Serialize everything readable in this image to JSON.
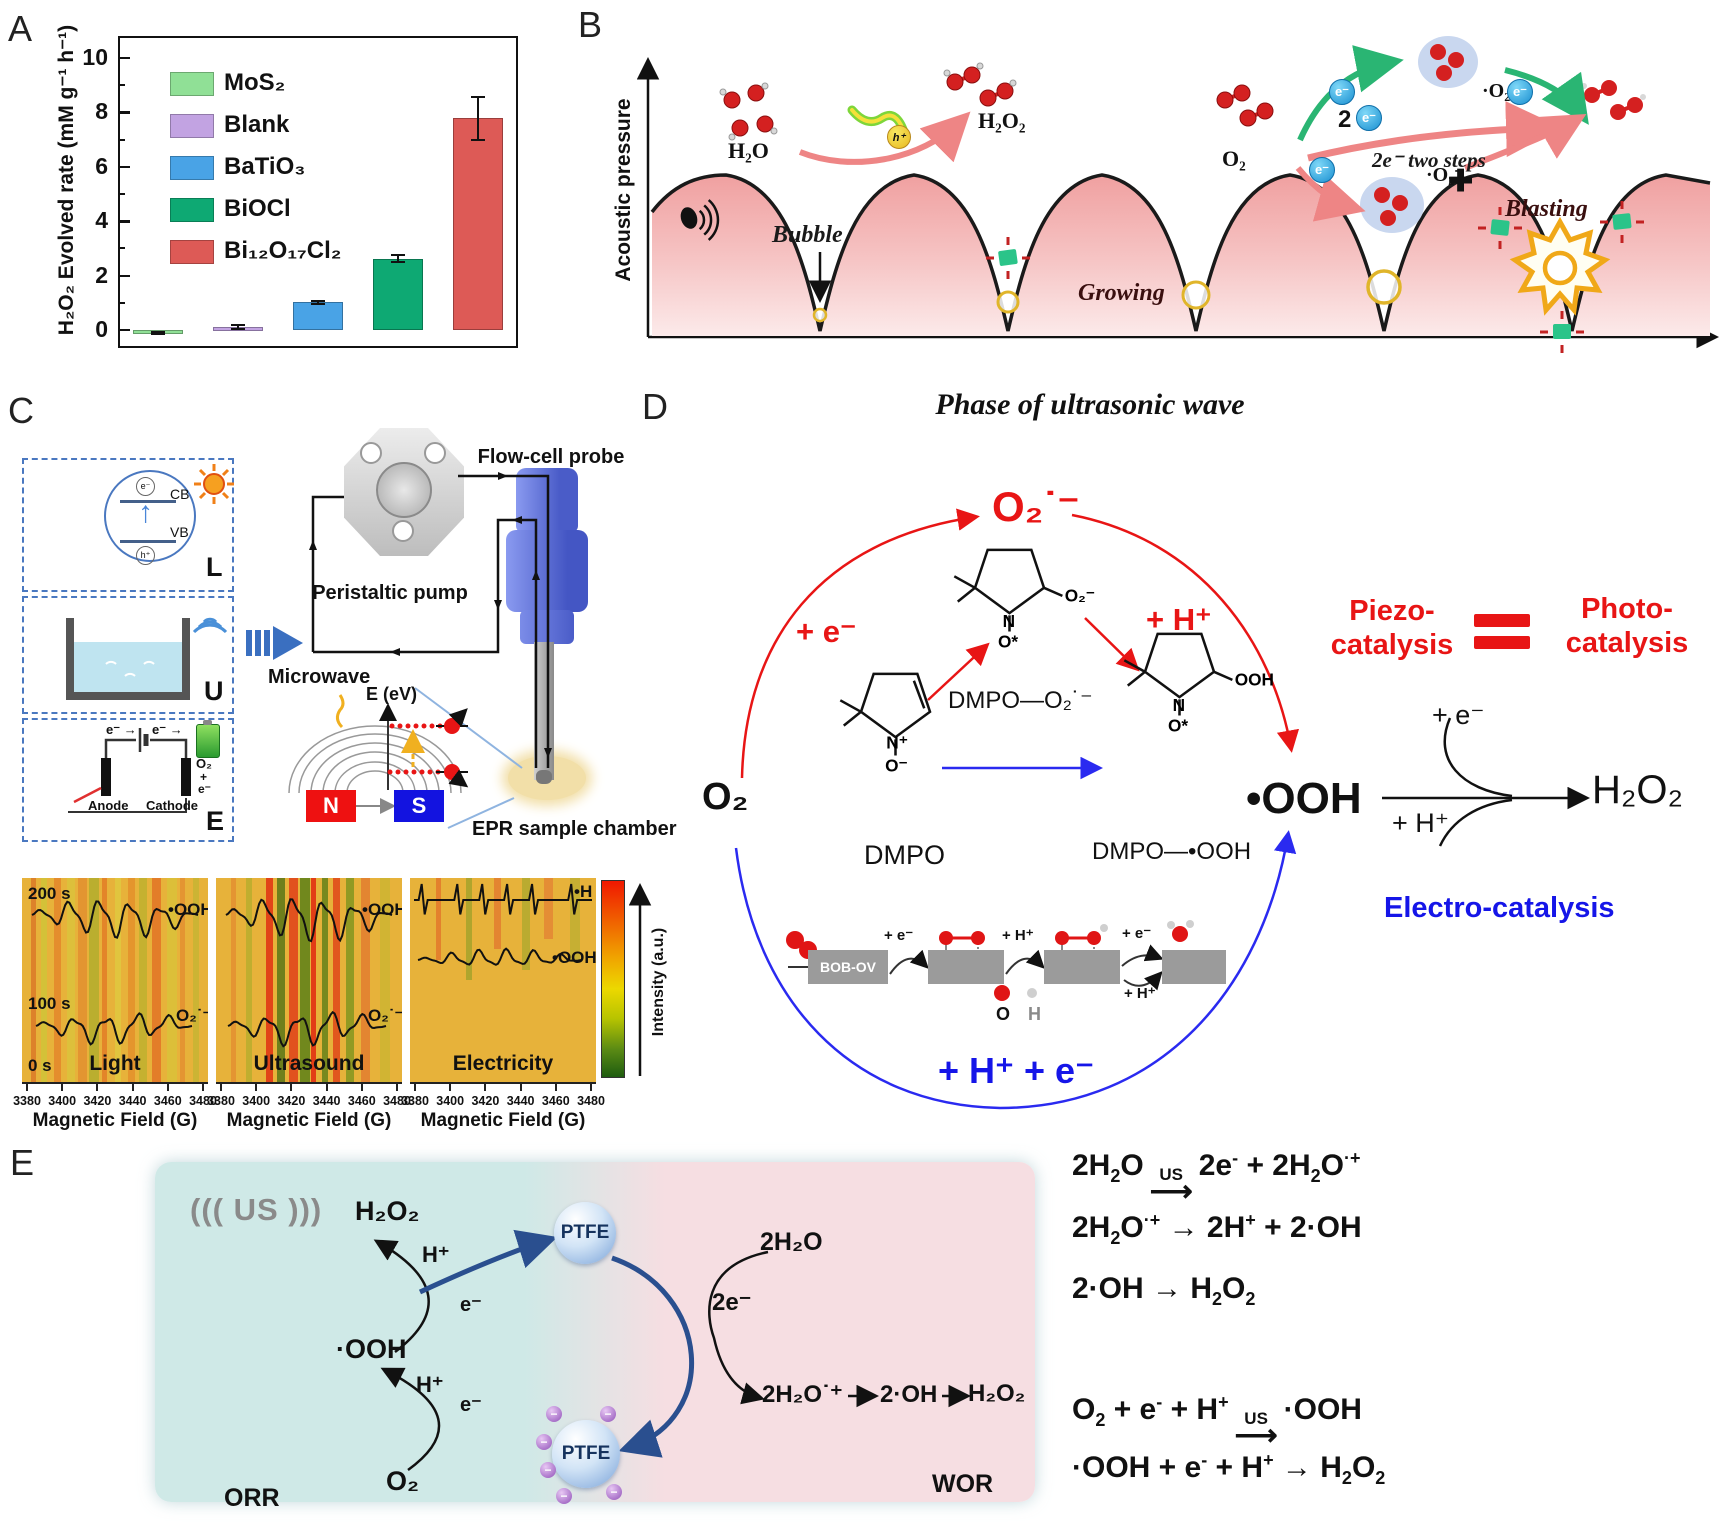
{
  "colors": {
    "red_accent": "#e81515",
    "blue_accent": "#1515e8",
    "green_arrow": "#2ab573",
    "pink_arrow": "#ee8585",
    "amber_map": "#e7b23a",
    "teal_bg": "#cfe9e7",
    "pink_bg": "#f6dee2",
    "magnet_n": "#ee1111",
    "magnet_s": "#1313e0"
  },
  "chart_data": {
    "type": "bar",
    "categories": [
      "MoS₂",
      "Blank",
      "BaTiO₃",
      "BiOCl",
      "Bi₁₂O₁₇Cl₂"
    ],
    "values": [
      -0.12,
      0.12,
      1.02,
      2.62,
      7.78
    ],
    "errors": [
      0.04,
      0.08,
      0.06,
      0.12,
      0.8
    ],
    "colors": [
      "#90e096",
      "#c2a3e2",
      "#49a3e6",
      "#0ea973",
      "#dd5a56"
    ],
    "title": "",
    "xlabel": "",
    "ylabel": "H₂O₂ Evolved rate (mM g⁻¹ h⁻¹)",
    "ylim": [
      -0.65,
      10.75
    ],
    "yticks": [
      0,
      2,
      4,
      6,
      8,
      10
    ],
    "grid": false,
    "legend_position": "upper-left"
  },
  "panelA": {
    "label": "A",
    "ylabel": "H₂O₂ Evolved rate (mM g⁻¹ h⁻¹)",
    "yticks": [
      0,
      2,
      4,
      6,
      8,
      10
    ],
    "legend": [
      {
        "label": "MoS₂",
        "color": "#90e096"
      },
      {
        "label": "Blank",
        "color": "#c2a3e2"
      },
      {
        "label": "BaTiO₃",
        "color": "#49a3e6"
      },
      {
        "label": "BiOCl",
        "color": "#0ea973"
      },
      {
        "label": "Bi₁₂O₁₇Cl₂",
        "color": "#dd5a56"
      }
    ],
    "values": [
      -0.12,
      0.12,
      1.02,
      2.62,
      7.78
    ],
    "errors": [
      0.04,
      0.08,
      0.06,
      0.12,
      0.8
    ]
  },
  "panelB": {
    "label": "B",
    "ylabel": "Acoustic  pressure",
    "xlabel": "Phase  of  ultrasonic  wave",
    "bubble": "Bubble",
    "growing": "Growing",
    "blasting": "Blasting",
    "h2o": "H₂O",
    "h2o2": "H₂O₂",
    "o2": "O₂",
    "o2_rad": "·O₂⁻",
    "e_minus": "e⁻",
    "h_plus": "h⁺",
    "two": "2",
    "two_steps": "2e⁻ two steps",
    "plus_mark": "✚"
  },
  "panelC": {
    "label": "C",
    "sub_l": "L",
    "sub_u": "U",
    "sub_e": "E",
    "cb": "CB",
    "vb": "VB",
    "e_small": "e⁻",
    "h_small": "h⁺",
    "e_flow": "e⁻ →",
    "o2": "O₂",
    "plus": "+",
    "e_minus": "e⁻",
    "anode": "Anode",
    "cathode": "Cathode",
    "flow_cell": "Flow-cell probe",
    "pump": "Peristaltic pump",
    "microwave": "Microwave",
    "e_ev": "E (eV)",
    "n": "N",
    "s": "S",
    "epr": "EPR sample chamber",
    "times": [
      "200 s",
      "100 s",
      "0 s"
    ],
    "maps": [
      {
        "title": "Light",
        "trace_labels": [
          "•OOH",
          "O₂˙⁻"
        ]
      },
      {
        "title": "Ultrasound",
        "trace_labels": [
          "•OOH",
          "O₂˙⁻"
        ]
      },
      {
        "title": "Electricity",
        "trace_labels": [
          "•H",
          "•OOH"
        ]
      }
    ],
    "xticks": [
      3380,
      3400,
      3420,
      3440,
      3460,
      3480
    ],
    "xlabel": "Magnetic Field (G)",
    "cbar": "Intensity (a.u.)"
  },
  "panelD": {
    "label": "D",
    "o2_rad": "O₂˙⁻",
    "plus_e_red": "+ e⁻",
    "plus_h_red": "+ H⁺",
    "o2": "O₂",
    "dmpo": "DMPO",
    "dmpo_o2": "DMPO—O₂˙⁻",
    "dmpo_ooh": "DMPO—•OOH",
    "ooh": "•OOH",
    "h2o2": "H₂O₂",
    "plus_e": "+ e⁻",
    "plus_h": "+ H⁺",
    "piezo": "Piezo-",
    "photo": "Photo-",
    "catalysis": "catalysis",
    "electro": "Electro-catalysis",
    "bob_ov": "BOB-OV",
    "step_e": "+ e⁻",
    "step_h": "+ H⁺",
    "o_label": "O",
    "h_label": "H",
    "hplus_e": "+ H⁺ + e⁻",
    "n_plus": "N⁺",
    "n": "N",
    "o_minus": "O⁻",
    "o_star": "O*",
    "o2_minus": "O₂⁻",
    "ooh_small": "OOH"
  },
  "panelE": {
    "label": "E",
    "us": "((( US )))",
    "h2o2": "H₂O₂",
    "ooh": "·OOH",
    "o2": "O₂",
    "hp": "H⁺",
    "em": "e⁻",
    "orr": "ORR",
    "wor": "WOR",
    "ptfe": "PTFE",
    "two_h2o": "2H₂O",
    "two_e": "2e⁻",
    "chain": [
      "2H₂O˙⁺",
      "2·OH",
      "H₂O₂"
    ],
    "minus": "−",
    "equations": [
      [
        {
          "t": "2H"
        },
        {
          "sub": "2"
        },
        {
          "t": "O"
        },
        {
          "us": "US"
        },
        {
          "t": "2e"
        },
        {
          "sup": "-"
        },
        {
          "t": " + 2H"
        },
        {
          "sub": "2"
        },
        {
          "t": "O"
        },
        {
          "sup": "·+"
        }
      ],
      [
        {
          "t": "2H"
        },
        {
          "sub": "2"
        },
        {
          "t": "O"
        },
        {
          "sup": "·+"
        },
        {
          "t": " → 2H"
        },
        {
          "sup": "+"
        },
        {
          "t": " + 2·OH"
        }
      ],
      [
        {
          "t": "2·OH → H"
        },
        {
          "sub": "2"
        },
        {
          "t": "O"
        },
        {
          "sub": "2"
        }
      ],
      [
        {
          "t": "O"
        },
        {
          "sub": "2"
        },
        {
          "t": " + e"
        },
        {
          "sup": "-"
        },
        {
          "t": " + H"
        },
        {
          "sup": "+"
        },
        {
          "us": "US"
        },
        {
          "t": "·OOH"
        }
      ],
      [
        {
          "t": "·OOH + e"
        },
        {
          "sup": "-"
        },
        {
          "t": " + H"
        },
        {
          "sup": "+"
        },
        {
          "t": " → H"
        },
        {
          "sub": "2"
        },
        {
          "t": "O"
        },
        {
          "sub": "2"
        }
      ]
    ]
  }
}
